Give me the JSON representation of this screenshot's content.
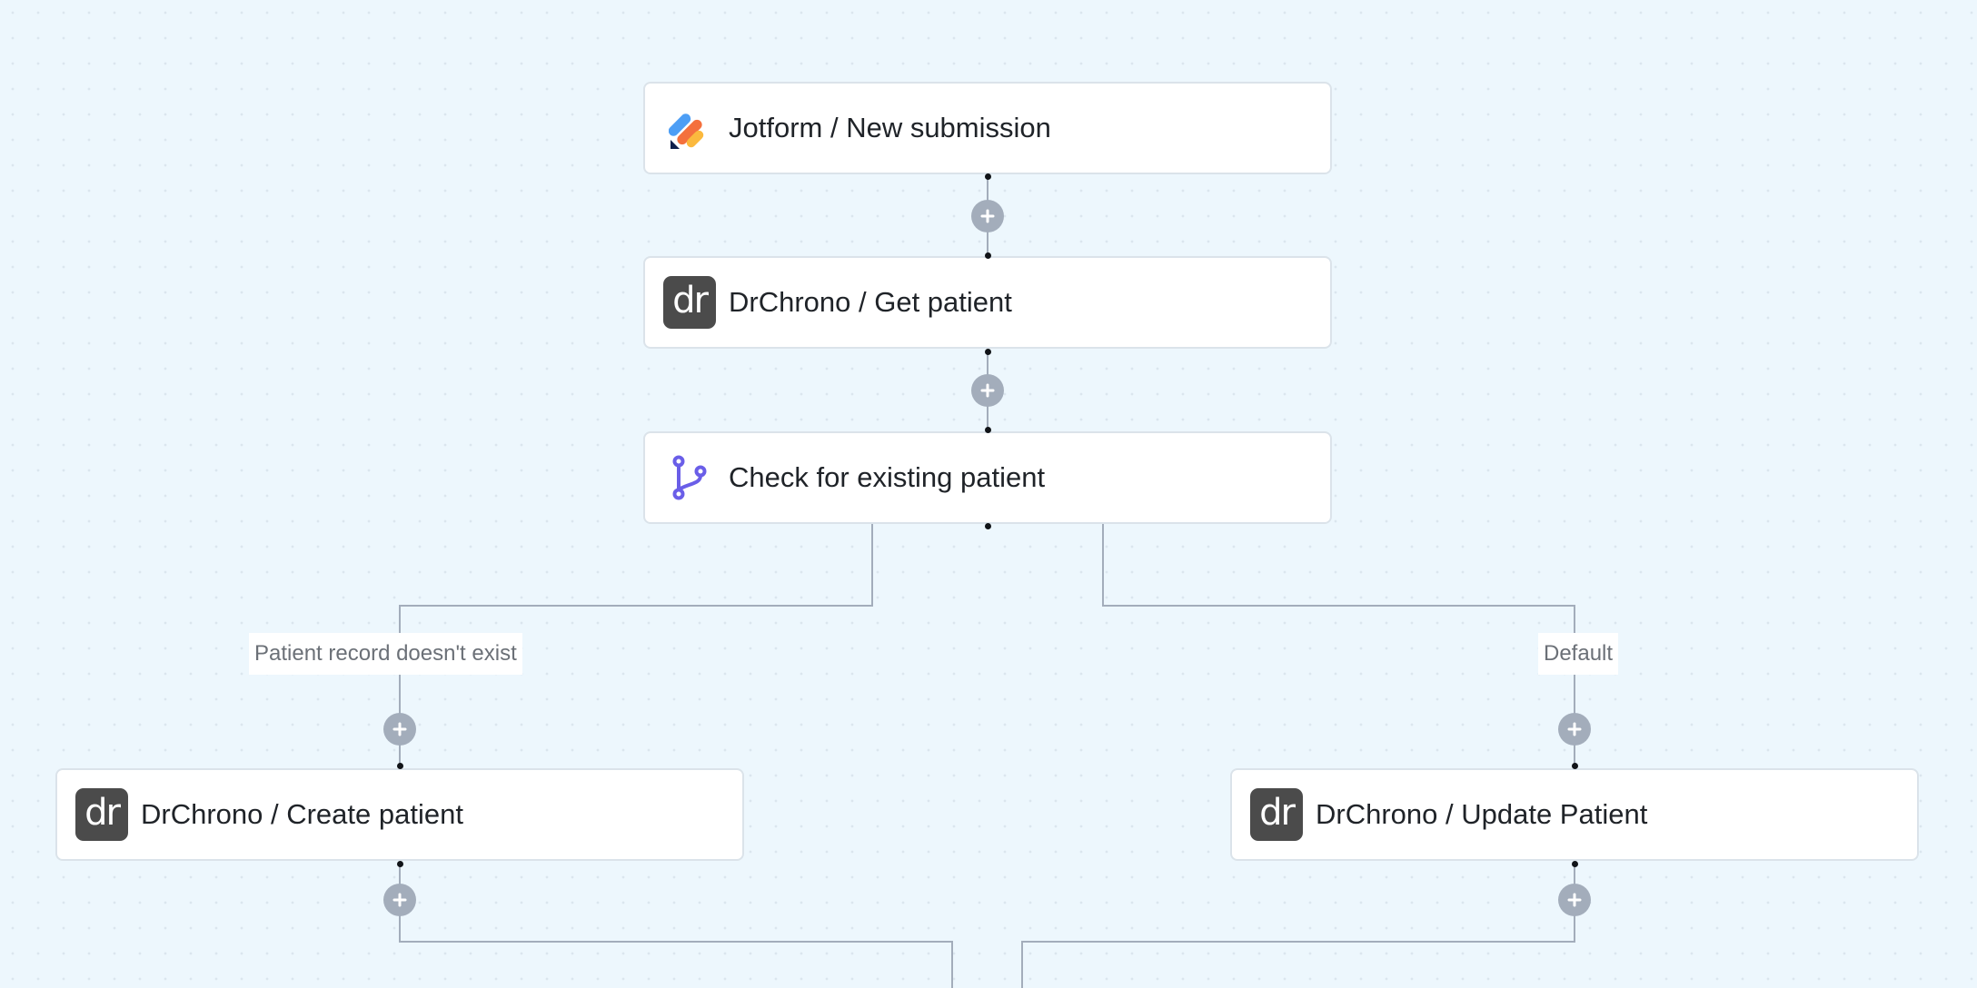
{
  "nodes": {
    "jotform_trigger": {
      "label": "Jotform / New submission",
      "icon": "jotform-logo-icon"
    },
    "get_patient": {
      "label": "DrChrono / Get patient",
      "icon": "drchrono-logo-icon",
      "icon_text": "dr"
    },
    "check_existing": {
      "label": "Check for existing patient",
      "icon": "branch-icon"
    },
    "create_patient": {
      "label": "DrChrono / Create patient",
      "icon": "drchrono-logo-icon",
      "icon_text": "dr"
    },
    "update_patient": {
      "label": "DrChrono / Update Patient",
      "icon": "drchrono-logo-icon",
      "icon_text": "dr"
    }
  },
  "branches": {
    "left": {
      "label": "Patient record doesn't exist"
    },
    "right": {
      "label": "Default"
    }
  },
  "colors": {
    "background": "#edf7fd",
    "node_border": "#dbe3ea",
    "connector": "#a3adbb",
    "add_button": "#a3adbb",
    "branch_icon": "#6a5ee8",
    "drchrono_badge": "#4b4b4b"
  }
}
